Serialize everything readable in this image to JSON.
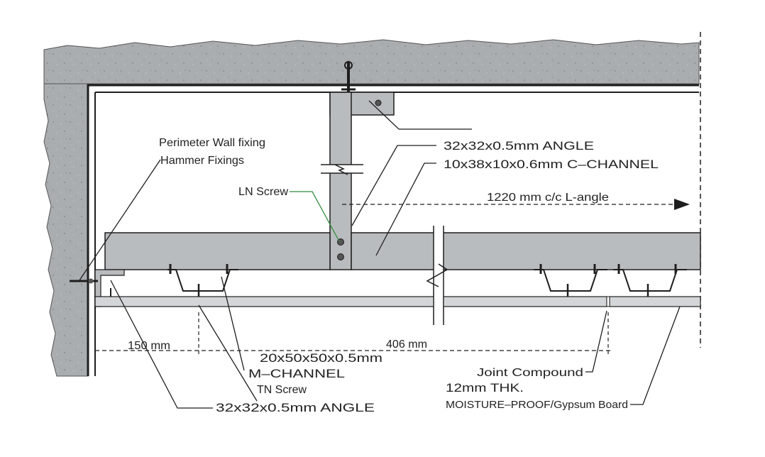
{
  "drawing": {
    "labels": {
      "perimeter_wall_fixing": "Perimeter Wall fixing",
      "hammer_fixings": "Hammer Fixings",
      "ln_screw": "LN Screw",
      "angle_top": "32x32x0.5mm  ANGLE",
      "c_channel": "10x38x10x0.6mm  C–CHANNEL",
      "l_angle_spacing": "1220 mm c/c L-angle",
      "dim_150": "150 mm",
      "dim_406": "406 mm",
      "m_channel_size": "20x50x50x0.5mm",
      "m_channel": "M–CHANNEL",
      "tn_screw": "TN Screw",
      "angle_bottom": "32x32x0.5mm  ANGLE",
      "joint_compound": "Joint Compound",
      "board_thk": "12mm  THK.",
      "board_type": "MOISTURE–PROOF/Gypsum Board"
    },
    "colors": {
      "concrete": "#a9adb0",
      "concrete_dark": "#8e9396",
      "channel": "#b9bcbe",
      "board": "#d3d6d8",
      "line": "#1e1e1e",
      "leader_green": "#2f8a3a"
    }
  }
}
